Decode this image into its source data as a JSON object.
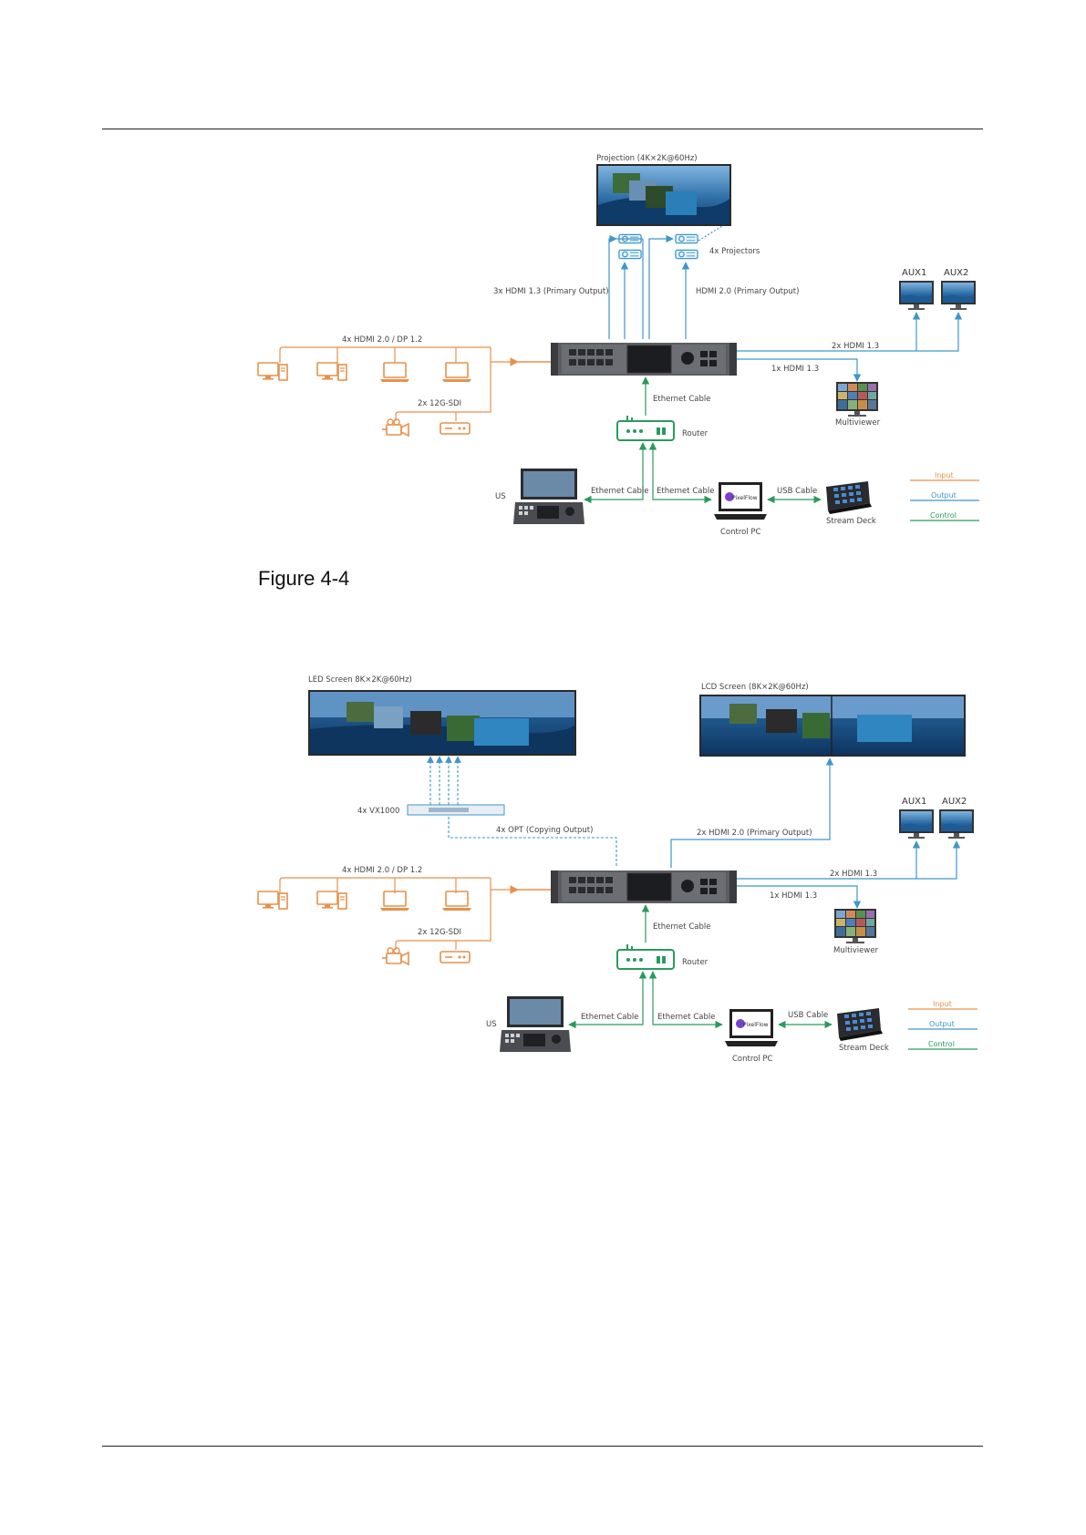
{
  "caption": "Figure 4-4",
  "colors": {
    "input": "#e8914a",
    "output": "#3e97c9",
    "control": "#2a9a5c",
    "device": "#4a4a4a"
  },
  "diagram1": {
    "projection": "Projection (4K×2K@60Hz)",
    "projectors": "4x Projectors",
    "out_left": "3x HDMI 1.3 (Primary Output)",
    "out_right": "HDMI 2.0 (Primary Output)",
    "aux1": "AUX1",
    "aux2": "AUX2",
    "hdmi_in": "4x HDMI 2.0 / DP 1.2",
    "sdi_in": "2x 12G-SDI",
    "aux_out": "2x HDMI 1.3",
    "mv_out": "1x HDMI 1.3",
    "multiviewer": "Multiviewer",
    "eth_main": "Ethernet Cable",
    "router": "Router",
    "us": "US",
    "eth_left": "Ethernet Cable",
    "eth_right": "Ethernet Cable",
    "usb": "USB Cable",
    "stream_deck": "Stream Deck",
    "control_pc": "Control PC",
    "pixelflow": "PixelFlow",
    "legend": [
      "Input",
      "Output",
      "Control"
    ]
  },
  "diagram2": {
    "led_screen": "LED Screen 8K×2K@60Hz)",
    "lcd_screen": "LCD Screen (8K×2K@60Hz)",
    "vx": "4x VX1000",
    "opt": "4x OPT (Copying Output)",
    "hdmi_primary": "2x HDMI 2.0 (Primary Output)",
    "aux1": "AUX1",
    "aux2": "AUX2",
    "hdmi_in": "4x HDMI 2.0 / DP 1.2",
    "sdi_in": "2x 12G-SDI",
    "aux_out": "2x HDMI 1.3",
    "mv_out": "1x HDMI 1.3",
    "multiviewer": "Multiviewer",
    "eth_main": "Ethernet Cable",
    "router": "Router",
    "us": "US",
    "eth_left": "Ethernet Cable",
    "eth_right": "Ethernet Cable",
    "usb": "USB Cable",
    "stream_deck": "Stream Deck",
    "control_pc": "Control PC",
    "pixelflow": "PixelFlow",
    "legend": [
      "Input",
      "Output",
      "Control"
    ]
  }
}
